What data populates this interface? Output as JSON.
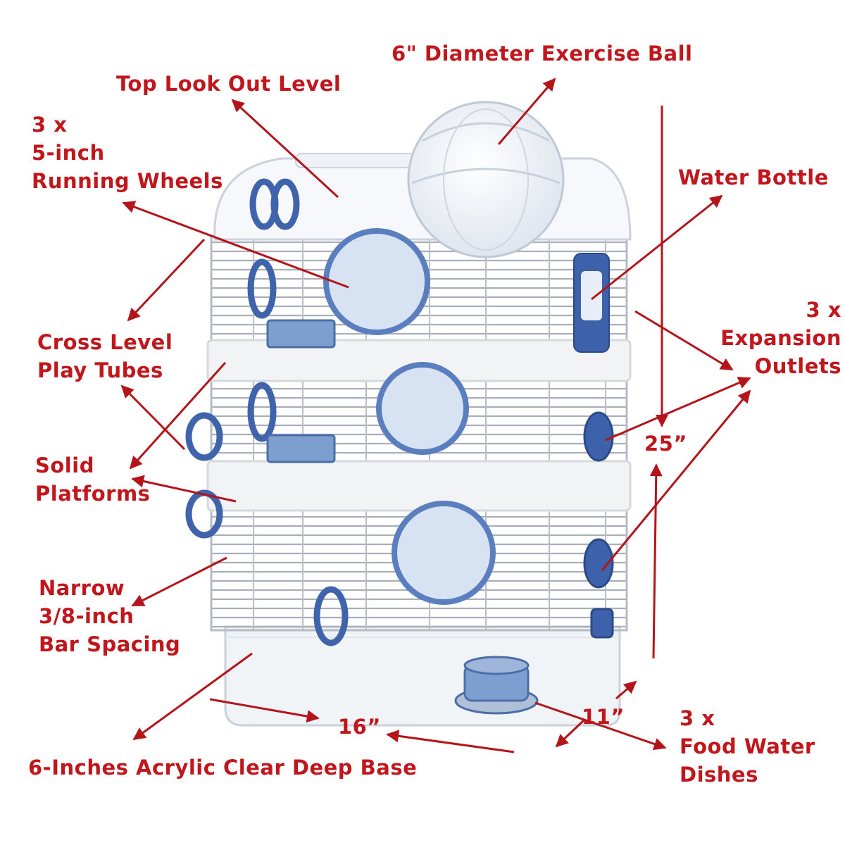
{
  "colors": {
    "label": "#c0161c",
    "arrow": "#b3151a",
    "wire": "#9aa0aa",
    "accent_blue": "#3a5fa8",
    "light_blue": "#9fbbe0",
    "clear_plastic": "#eef3f8"
  },
  "labels": {
    "exercise_ball": "6\" Diameter Exercise Ball",
    "top_level": "Top Look Out Level",
    "wheels": [
      "3 x",
      "5-inch",
      "Running Wheels"
    ],
    "water_bottle": "Water Bottle",
    "expansion": [
      "3 x",
      "Expansion",
      "Outlets"
    ],
    "tubes": [
      "Cross Level",
      "Play Tubes"
    ],
    "platforms": [
      "Solid",
      "Platforms"
    ],
    "bars": [
      "Narrow",
      "3/8-inch",
      "Bar Spacing"
    ],
    "height": "25”",
    "width": "16”",
    "depth": "11”",
    "dishes": [
      "3 x",
      "Food Water",
      "Dishes"
    ],
    "base": "6-Inches Acrylic Clear Deep Base"
  }
}
